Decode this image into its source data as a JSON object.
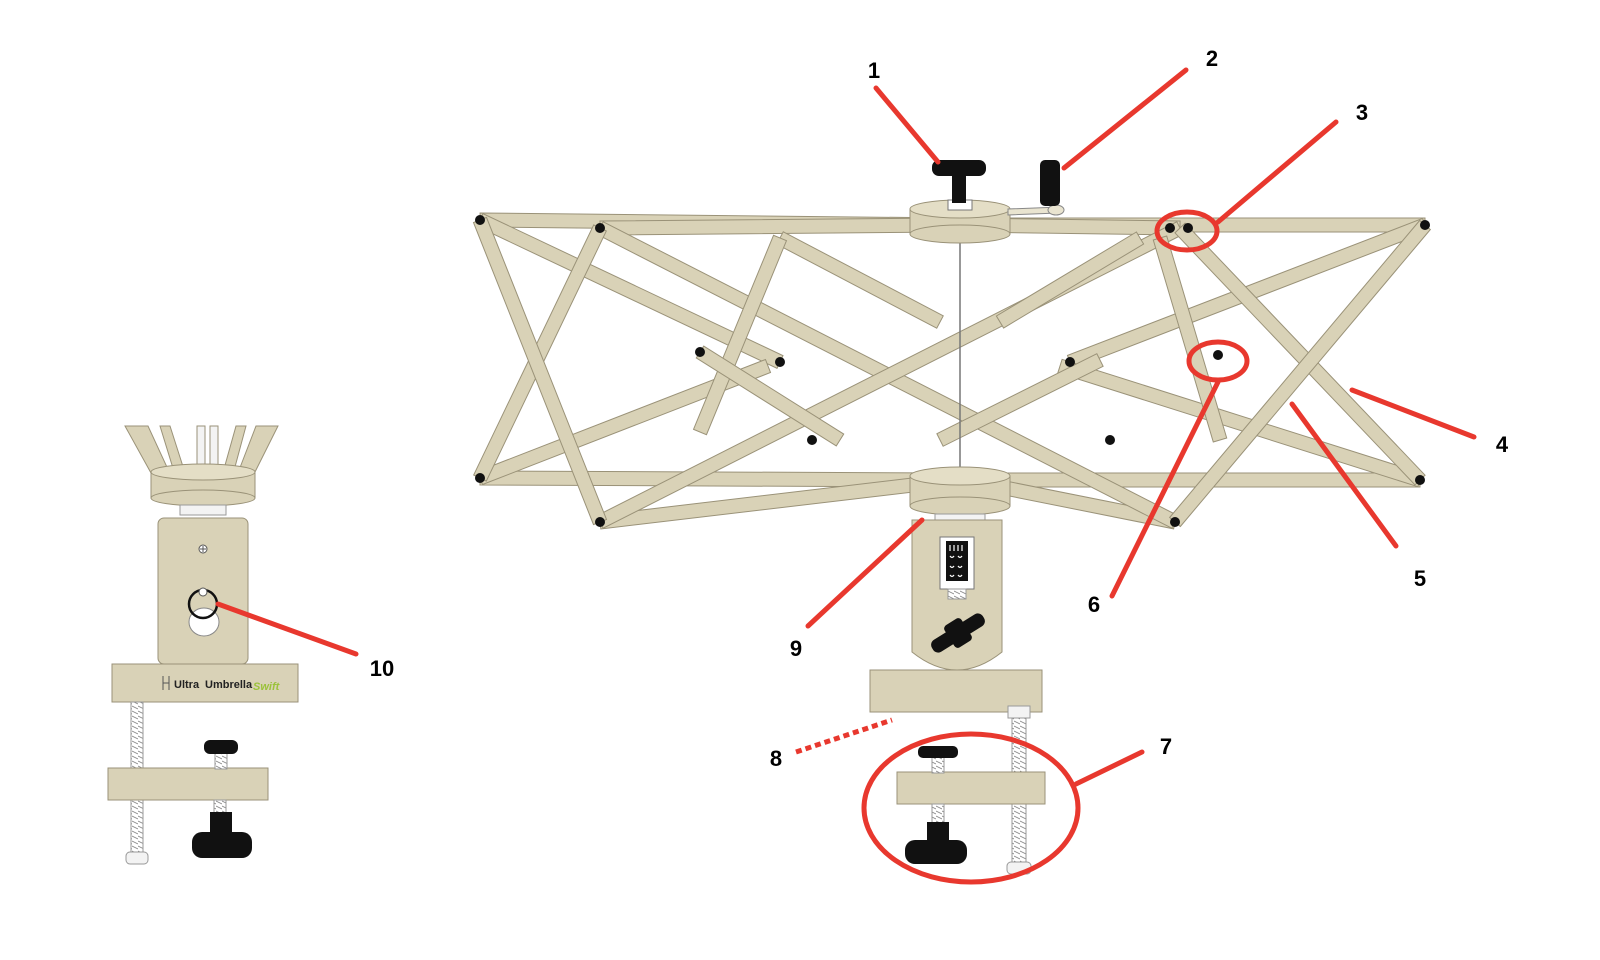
{
  "diagram": {
    "colors": {
      "wood": "#d9d2b7",
      "wood_edge": "#9a9278",
      "leader": "#e8382e",
      "hardware": "#111111"
    },
    "brand": {
      "ultra": "Ultra",
      "umbrella": "Umbrella",
      "script": "Swift"
    },
    "callouts": [
      {
        "id": "1",
        "label": "1"
      },
      {
        "id": "2",
        "label": "2"
      },
      {
        "id": "3",
        "label": "3"
      },
      {
        "id": "4",
        "label": "4"
      },
      {
        "id": "5",
        "label": "5"
      },
      {
        "id": "6",
        "label": "6"
      },
      {
        "id": "7",
        "label": "7"
      },
      {
        "id": "8",
        "label": "8"
      },
      {
        "id": "9",
        "label": "9"
      },
      {
        "id": "10",
        "label": "10"
      }
    ]
  }
}
